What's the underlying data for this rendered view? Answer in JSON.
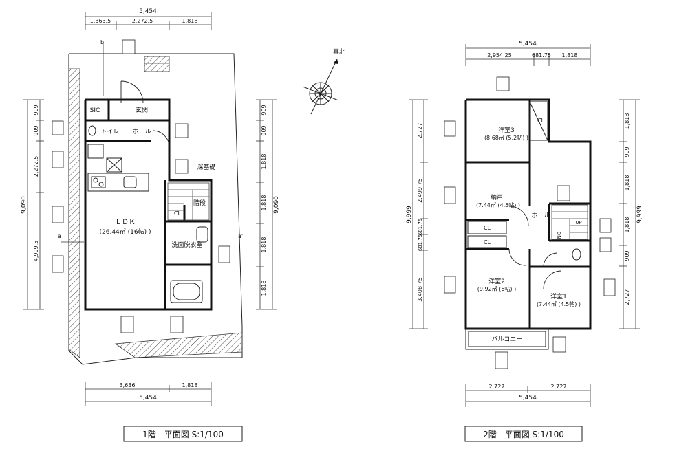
{
  "floor1": {
    "title": "1階　平面図 S:1/100",
    "top_total": "5,454",
    "top_segments": [
      "1,363.5",
      "2,272.5",
      "1,818"
    ],
    "bottom_segments": [
      "3,636",
      "1,818"
    ],
    "bottom_total": "5,454",
    "left_total": "9,090",
    "left_segments": [
      "909",
      "909",
      "2,272.5",
      "4,999.5"
    ],
    "right_total": "9,090",
    "right_segments": [
      "909",
      "909",
      "1,818",
      "1,818",
      "1,818",
      "1,818"
    ],
    "rooms": {
      "sic": "SIC",
      "entrance": "玄関",
      "toilet": "トイレ",
      "hall": "ホール",
      "ldk": "ＬＤＫ",
      "ldk_area": "(26.44㎡ (16帖) )",
      "stairs": "階段",
      "closet": "CL",
      "washroom": "洗面脱衣室",
      "foundation": "深基礎"
    },
    "section_marks": [
      "b",
      "a",
      "a'"
    ]
  },
  "floor2": {
    "title": "2階　平面図 S:1/100",
    "top_total": "5,454",
    "top_segments": [
      "2,954.25",
      "681.75",
      "1,818"
    ],
    "bottom_segments": [
      "2,727",
      "2,727"
    ],
    "bottom_total": "5,454",
    "left_total": "9,999",
    "left_segments": [
      "2,727",
      "2,499.75",
      "681.75",
      "681.75",
      "3,408.75"
    ],
    "right_total": "9,999",
    "right_segments": [
      "1,818",
      "909",
      "1,818",
      "1,818",
      "909",
      "2,727"
    ],
    "rooms": {
      "room3": "洋室3",
      "room3_area": "(8.68㎡ (5.2帖) )",
      "storage": "納戸",
      "storage_area": "(7.44㎡ (4.5帖) )",
      "hall": "ホール",
      "room2": "洋室2",
      "room2_area": "(9.92㎡ (6帖) )",
      "room1": "洋室1",
      "room1_area": "(7.44㎡ (4.5帖) )",
      "balcony": "バルコニー",
      "closet1": "CL",
      "closet2": "CL",
      "closet3": "CL",
      "stairs_dn": "DN",
      "stairs_up": "UP"
    }
  },
  "compass": {
    "label": "真北",
    "icon": "north-compass-icon"
  }
}
